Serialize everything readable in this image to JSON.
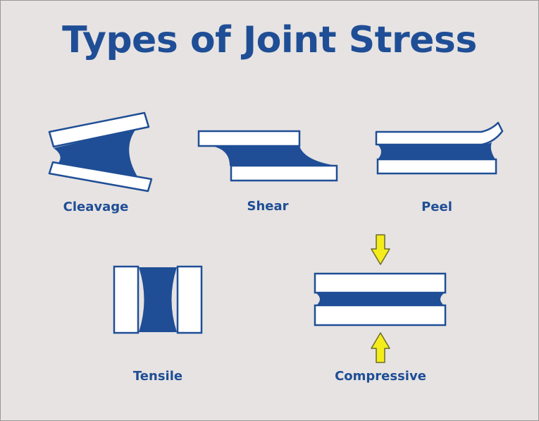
{
  "title": "Types of Joint Stress",
  "colors": {
    "background": "#e6e3e2",
    "brand_blue": "#1f4e96",
    "plate_fill": "#ffffff",
    "arrow_yellow": "#f5ec1c",
    "arrow_stroke": "#6b6b2a"
  },
  "stress_types": [
    {
      "label": "Cleavage"
    },
    {
      "label": "Shear"
    },
    {
      "label": "Peel"
    },
    {
      "label": "Tensile"
    },
    {
      "label": "Compressive"
    }
  ]
}
